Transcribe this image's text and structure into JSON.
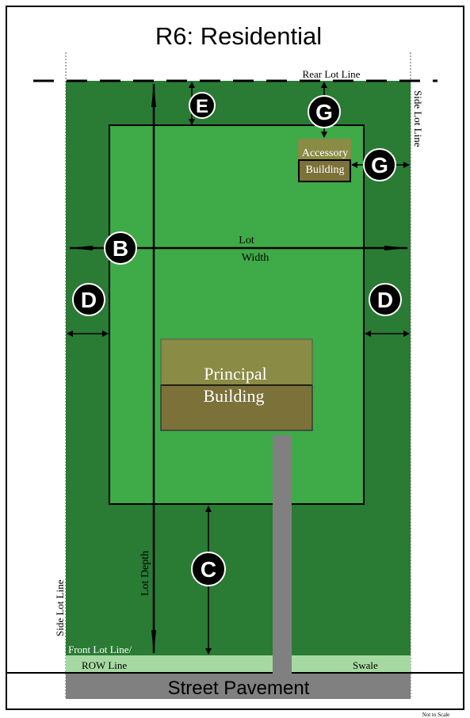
{
  "title": "R6: Residential",
  "labels": {
    "rear_lot_line": "Rear Lot Line",
    "side_lot_line_right": "Side Lot Line",
    "side_lot_line_left": "Side Lot Line",
    "lot_width_1": "Lot",
    "lot_width_2": "Width",
    "lot_depth": "Lot Depth",
    "front_lot_line_1": "Front Lot Line/",
    "front_lot_line_2": "ROW Line",
    "swale": "Swale",
    "street_pavement": "Street Pavement",
    "principal_building_1": "Principal",
    "principal_building_2": "Building",
    "accessory_building_1": "Accessory",
    "accessory_building_2": "Building",
    "not_to_scale": "Not to Scale"
  },
  "markers": {
    "b": "B",
    "c": "C",
    "d": "D",
    "e": "E",
    "g": "G"
  },
  "colors": {
    "lot_dark_green": "#2a7b34",
    "buildable_green": "#3faa48",
    "swale_green": "#a6d9a2",
    "building_olive_light": "#8a8b45",
    "building_olive_dark": "#7b7139",
    "pavement_gray": "#808080",
    "marker_black": "#000000"
  }
}
